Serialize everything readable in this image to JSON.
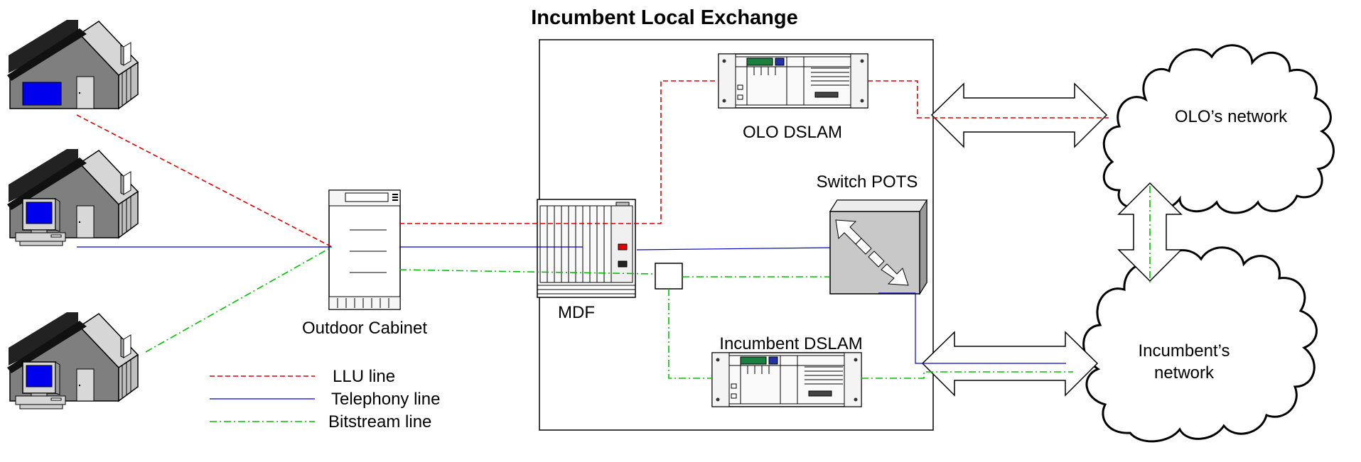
{
  "title": "Incumbent Local Exchange",
  "labels": {
    "outdoor_cabinet": "Outdoor Cabinet",
    "mdf": "MDF",
    "olo_dslam": "OLO DSLAM",
    "switch_pots": "Switch POTS",
    "incumbent_dslam": "Incumbent DSLAM",
    "olo_network": "OLO’s network",
    "incumbent_network_line1": "Incumbent’s",
    "incumbent_network_line2": "network"
  },
  "legend": [
    {
      "label": "LLU line",
      "color": "#e00000",
      "style": "dashed"
    },
    {
      "label": "Telephony line",
      "color": "#0000c8",
      "style": "solid"
    },
    {
      "label": "Bitstream line",
      "color": "#00c000",
      "style": "dash-dot"
    }
  ],
  "colors": {
    "llu": "#e00000",
    "telephony": "#0000c8",
    "bitstream": "#00c000",
    "house_wall": "#808080",
    "house_roof": "#d4d4d4",
    "screen": "#0000ee"
  },
  "icons": [
    "house-icon",
    "computer-icon",
    "cabinet-icon",
    "mdf-rack-icon",
    "dslam-icon",
    "switch-icon",
    "cloud-icon",
    "double-arrow-icon"
  ]
}
